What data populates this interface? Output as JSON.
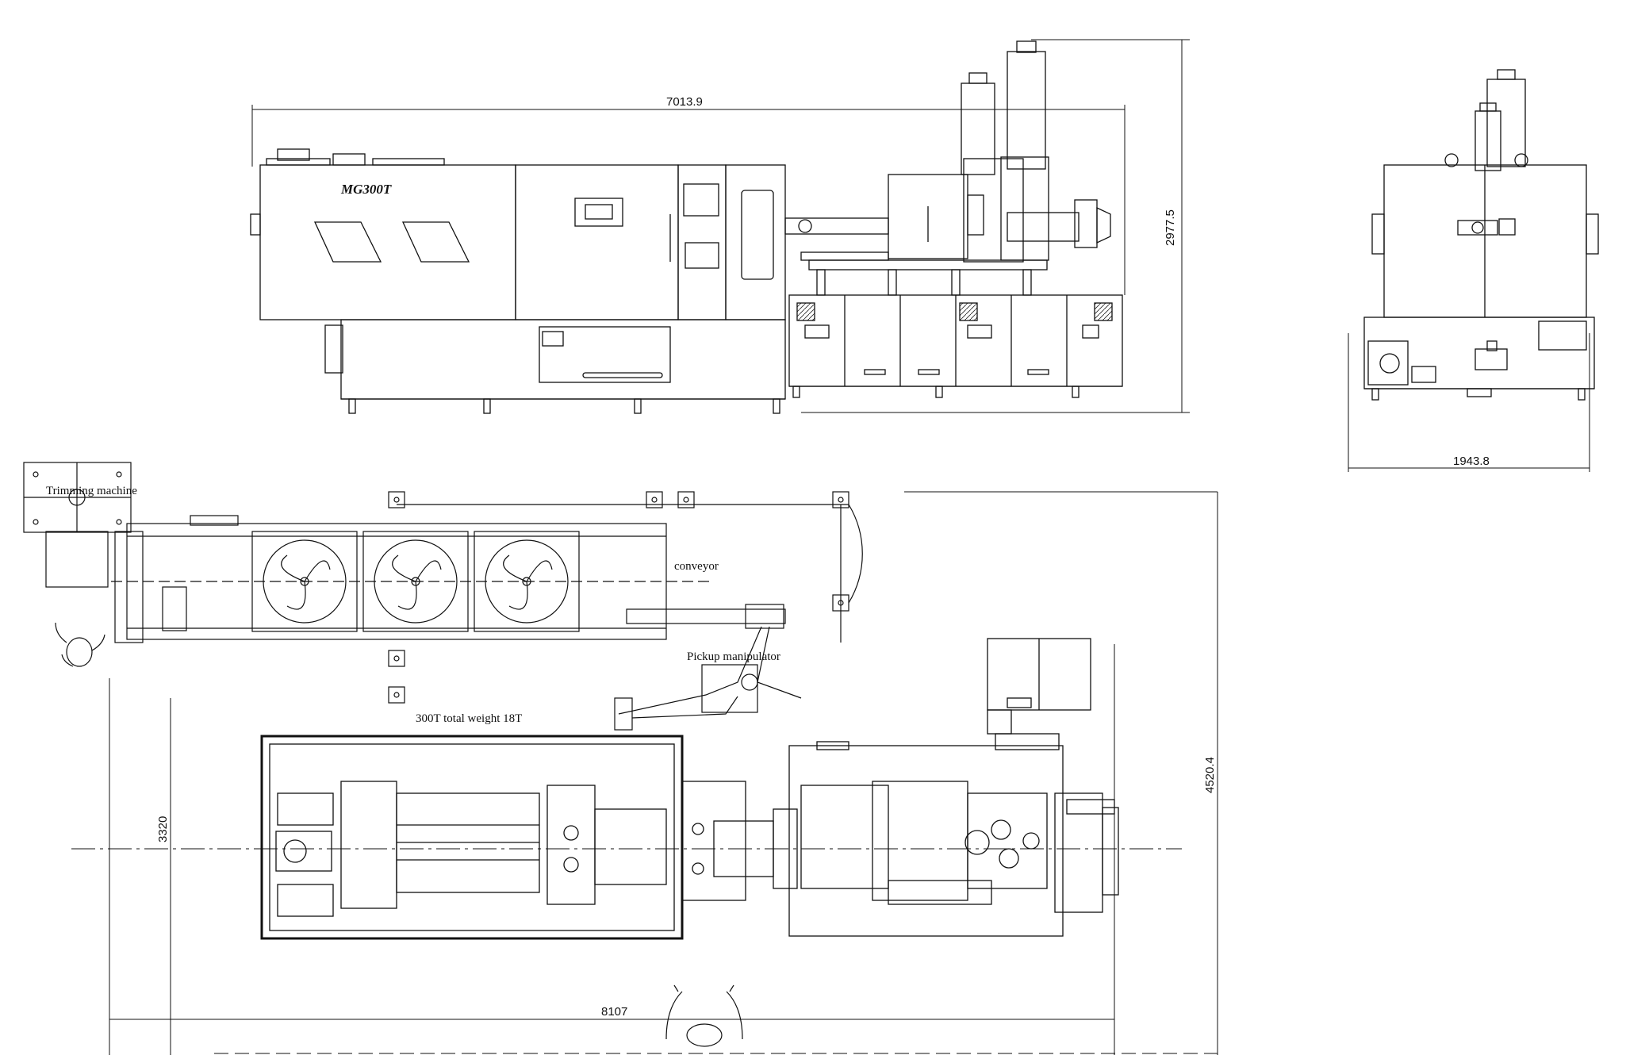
{
  "drawing": {
    "model_mark": "MG300T",
    "labels": {
      "trimming_machine": "Trimming machine",
      "conveyor": "conveyor",
      "pickup_manipulator": "Pickup manipulator",
      "total_weight": "300T total weight 18T"
    },
    "dimensions": {
      "side_length": "7013.9",
      "side_height": "2977.5",
      "end_width": "1943.8",
      "plan_width": "3320",
      "plan_depth": "4520.4",
      "plan_length": "8107"
    }
  }
}
